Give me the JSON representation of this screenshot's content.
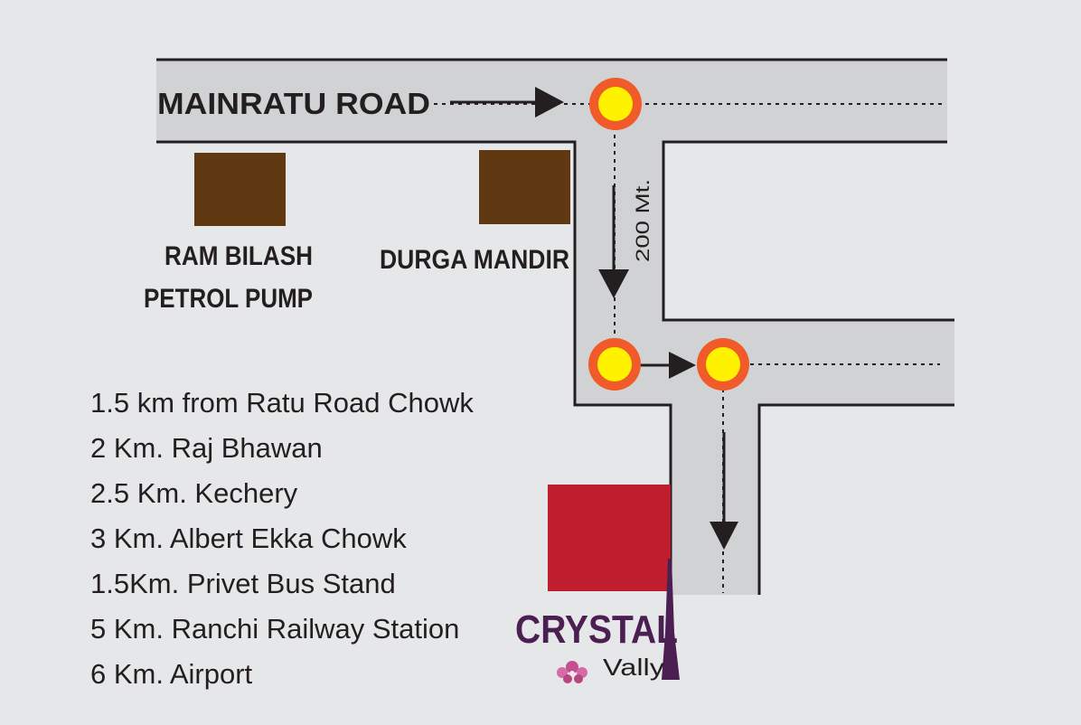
{
  "map": {
    "road_name": "MAINRATU ROAD",
    "segment_distance": "200 Mt.",
    "landmarks": [
      {
        "line1": "RAM BILASH",
        "line2": "PETROL PUMP"
      },
      {
        "line1": "DURGA MANDIR"
      }
    ],
    "brand": {
      "name": "CRYSTAL",
      "sub": "Vally"
    },
    "colors": {
      "background": "#e6e7e8",
      "road": "#d1d2d4",
      "signal_ring": "#f15a29",
      "signal_center": "#fff200",
      "landmark": "#603913",
      "site": "#be1e2d",
      "brand": "#4b1f52"
    }
  },
  "distances": [
    "1.5 km from Ratu Road Chowk",
    "2 Km. Raj Bhawan",
    "2.5 Km. Kechery",
    "3 Km. Albert Ekka Chowk",
    "1.5Km. Privet Bus Stand",
    "5 Km. Ranchi Railway Station",
    "6 Km. Airport"
  ]
}
